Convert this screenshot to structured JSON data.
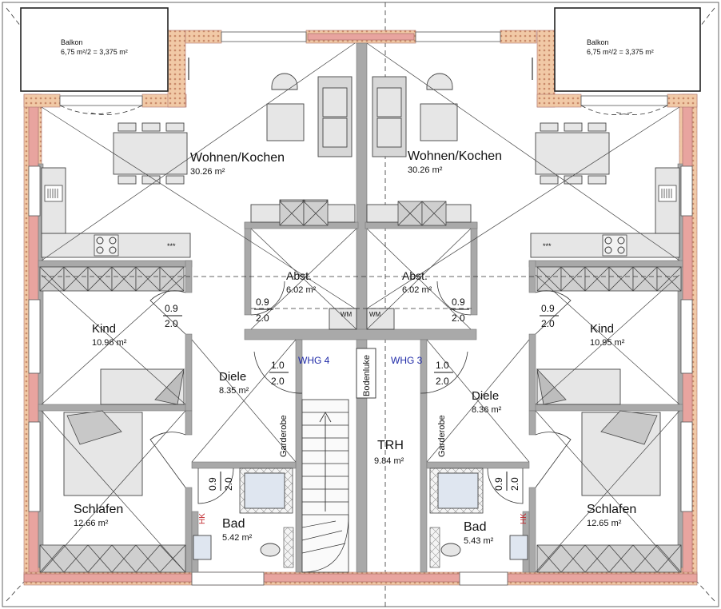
{
  "rooms": {
    "balkon_left": {
      "name": "Balkon",
      "area": "6,75 m²/2 = 3,375 m²"
    },
    "balkon_right": {
      "name": "Balkon",
      "area": "6,75 m²/2 = 3,375 m²"
    },
    "wohnen_left": {
      "name": "Wohnen/Kochen",
      "area": "30.26 m²"
    },
    "wohnen_right": {
      "name": "Wohnen/Kochen",
      "area": "30.26 m²"
    },
    "abst_left": {
      "name": "Abst.",
      "area": "6.02 m²"
    },
    "abst_right": {
      "name": "Abst.",
      "area": "6.02 m²"
    },
    "kind_left": {
      "name": "Kind",
      "area": "10.96 m²"
    },
    "kind_right": {
      "name": "Kind",
      "area": "10.95 m²"
    },
    "diele_left": {
      "name": "Diele",
      "area": "8.35 m²"
    },
    "diele_right": {
      "name": "Diele",
      "area": "8.36 m²"
    },
    "trh": {
      "name": "TRH",
      "area": "9.84 m²"
    },
    "schlafen_left": {
      "name": "Schlafen",
      "area": "12.66 m²"
    },
    "schlafen_right": {
      "name": "Schlafen",
      "area": "12.65 m²"
    },
    "bad_left": {
      "name": "Bad",
      "area": "5.42 m²"
    },
    "bad_right": {
      "name": "Bad",
      "area": "5.43 m²"
    }
  },
  "units": {
    "left": "WHG 4",
    "right": "WHG 3"
  },
  "labels": {
    "wm": "WM",
    "bodenluke": "Bodenluke",
    "garderobe": "Garderobe",
    "hk": "HK",
    "cooktop_marks": "***"
  },
  "doors": {
    "kind_l": {
      "width": "0.9",
      "height": "2.0"
    },
    "abst_l": {
      "width": "0.9",
      "height": "2.0"
    },
    "abst_r": {
      "width": "0.9",
      "height": "2.0"
    },
    "kind_r": {
      "width": "0.9",
      "height": "2.0"
    },
    "entry_l": {
      "width": "1.0",
      "height": "2.0"
    },
    "entry_r": {
      "width": "1.0",
      "height": "2.0"
    },
    "bad_l": {
      "width": "0.9",
      "height": "2.0"
    },
    "bad_r": {
      "width": "0.9",
      "height": "2.0"
    }
  },
  "colors": {
    "wall": "#a9a9a9",
    "brick": "#e8a49f",
    "unit_label": "#1f2aa8",
    "hk_label": "#c0282d"
  }
}
